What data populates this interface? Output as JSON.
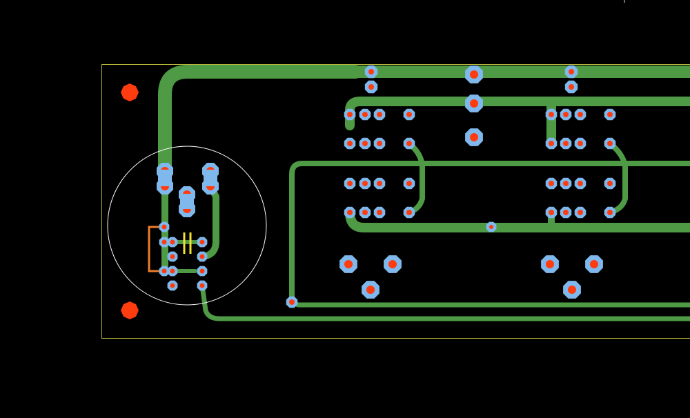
{
  "view": {
    "background": "#000000",
    "colors": {
      "board_outline": "#b5b53a",
      "copper_trace": "#4e9a45",
      "pad_ring": "#7fb8ec",
      "drill": "#ff3b10",
      "mounting_hole": "#ff3b10",
      "top_wire": "#f07d28",
      "silkscreen_circle": "#ffffff",
      "capacitor_symbol": "#f2e22a",
      "cursor_mark": "#d8d8d8"
    },
    "layers_visible": [
      "board-outline",
      "bottom-copper",
      "top-copper-wire",
      "pads",
      "drills",
      "silkscreen"
    ],
    "icons": [
      "mounting-hole-icon",
      "capacitor-icon",
      "via-icon",
      "pad-icon"
    ]
  }
}
